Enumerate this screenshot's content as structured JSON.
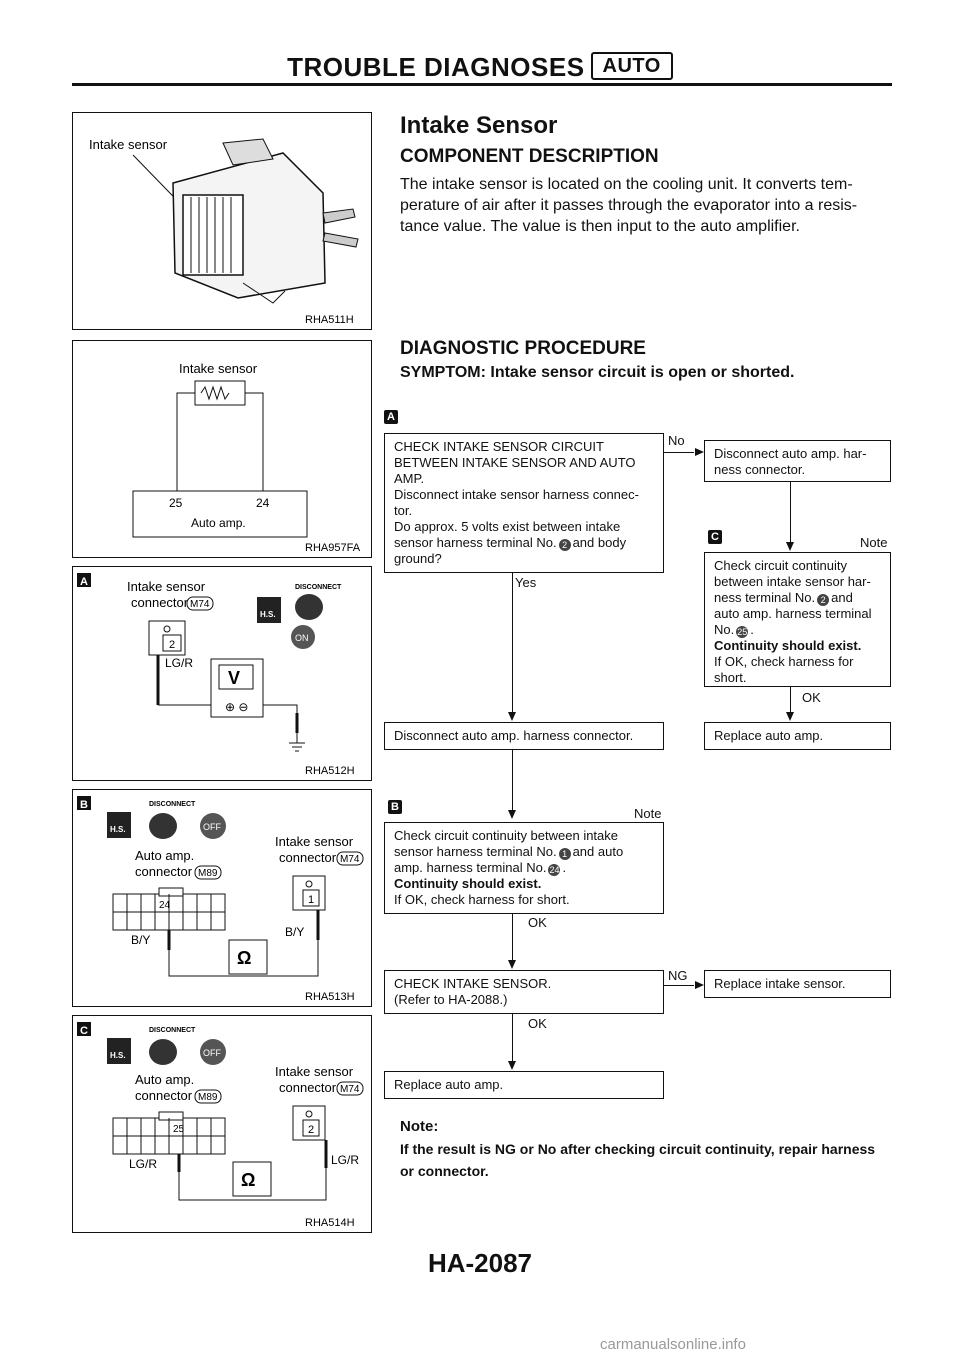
{
  "header": {
    "title": "TROUBLE DIAGNOSES",
    "badge": "AUTO"
  },
  "figures": {
    "f1": {
      "label": "Intake sensor",
      "code": "RHA511H"
    },
    "f2": {
      "label": "Intake sensor",
      "pin_left": "25",
      "pin_right": "24",
      "unit": "Auto amp.",
      "code": "RHA957FA"
    },
    "f3": {
      "tag": "A",
      "conn_label1": "Intake sensor",
      "conn_label2": "connector",
      "conn_id": "M74",
      "pin": "2",
      "wire": "LG/R",
      "meter": "V",
      "hs": "H.S.",
      "disconnect": "DISCONNECT",
      "key": "ON",
      "code": "RHA512H"
    },
    "f4": {
      "tag": "B",
      "amp_label1": "Auto amp.",
      "amp_label2": "connector",
      "amp_id": "M89",
      "amp_pin": "24",
      "sensor_label1": "Intake sensor",
      "sensor_label2": "connector",
      "sensor_id": "M74",
      "sensor_pin": "1",
      "wire_left": "B/Y",
      "wire_right": "B/Y",
      "meter": "Ω",
      "hs": "H.S.",
      "disconnect": "DISCONNECT",
      "key": "OFF",
      "code": "RHA513H"
    },
    "f5": {
      "tag": "C",
      "amp_label1": "Auto amp.",
      "amp_label2": "connector",
      "amp_id": "M89",
      "amp_pin": "25",
      "sensor_label1": "Intake sensor",
      "sensor_label2": "connector",
      "sensor_id": "M74",
      "sensor_pin": "2",
      "wire_left": "LG/R",
      "wire_right": "LG/R",
      "meter": "Ω",
      "hs": "H.S.",
      "disconnect": "DISCONNECT",
      "key": "OFF",
      "code": "RHA514H"
    }
  },
  "section": {
    "title": "Intake Sensor",
    "comp_heading": "COMPONENT DESCRIPTION",
    "comp_lines": [
      "The intake sensor is located on the cooling unit. It converts tem-",
      "perature of air after it passes through the evaporator into a resis-",
      "tance value. The value is then input to the auto amplifier."
    ],
    "diag_heading": "DIAGNOSTIC PROCEDURE",
    "symptom": "SYMPTOM: Intake sensor circuit is open or shorted."
  },
  "flow": {
    "tagA": "A",
    "tagB": "B",
    "tagC": "C",
    "box1": [
      "CHECK INTAKE SENSOR CIRCUIT",
      "BETWEEN INTAKE SENSOR AND AUTO",
      "AMP.",
      "Disconnect intake sensor harness connec-",
      "tor.",
      "Do approx. 5 volts exist between intake"
    ],
    "box1_pre": "sensor harness terminal No.",
    "box1_pin": "2",
    "box1_post": "and body",
    "box1_last": "ground?",
    "lbl_no": "No",
    "lbl_yes": "Yes",
    "boxR1": [
      "Disconnect auto amp. har-",
      "ness connector."
    ],
    "lbl_note1": "Note",
    "boxR2_lines": [
      "Check circuit continuity",
      "between intake sensor har-"
    ],
    "boxR2_pre": "ness terminal No.",
    "boxR2_pin1": "2",
    "boxR2_mid": "and",
    "boxR2_line4": "auto amp. harness terminal",
    "boxR2_no": "No.",
    "boxR2_pin2": "25",
    "boxR2_bold": "Continuity should exist.",
    "boxR2_tail": [
      "If OK, check harness for",
      "short."
    ],
    "lbl_ok1": "OK",
    "box2": "Disconnect auto amp. harness connector.",
    "boxR3": "Replace auto amp.",
    "lbl_note2": "Note",
    "box3_line1": "Check circuit continuity between intake",
    "box3_pre": "sensor harness terminal No.",
    "box3_pin1": "1",
    "box3_mid": "and auto",
    "box3_pre2": "amp. harness terminal No.",
    "box3_pin2": "24",
    "box3_bold": "Continuity should exist.",
    "box3_tail": "If OK, check harness for short.",
    "lbl_ok2": "OK",
    "box4": [
      "CHECK INTAKE SENSOR.",
      "(Refer to HA-2088.)"
    ],
    "lbl_ng": "NG",
    "boxR4": "Replace intake sensor.",
    "lbl_ok3": "OK",
    "box5": "Replace auto amp."
  },
  "note": {
    "title": "Note:",
    "lines": [
      "If the result is NG or No after checking circuit continuity, repair harness",
      "or connector."
    ]
  },
  "footer": {
    "page": "HA-2087",
    "watermark": "carmanualsonline.info"
  }
}
